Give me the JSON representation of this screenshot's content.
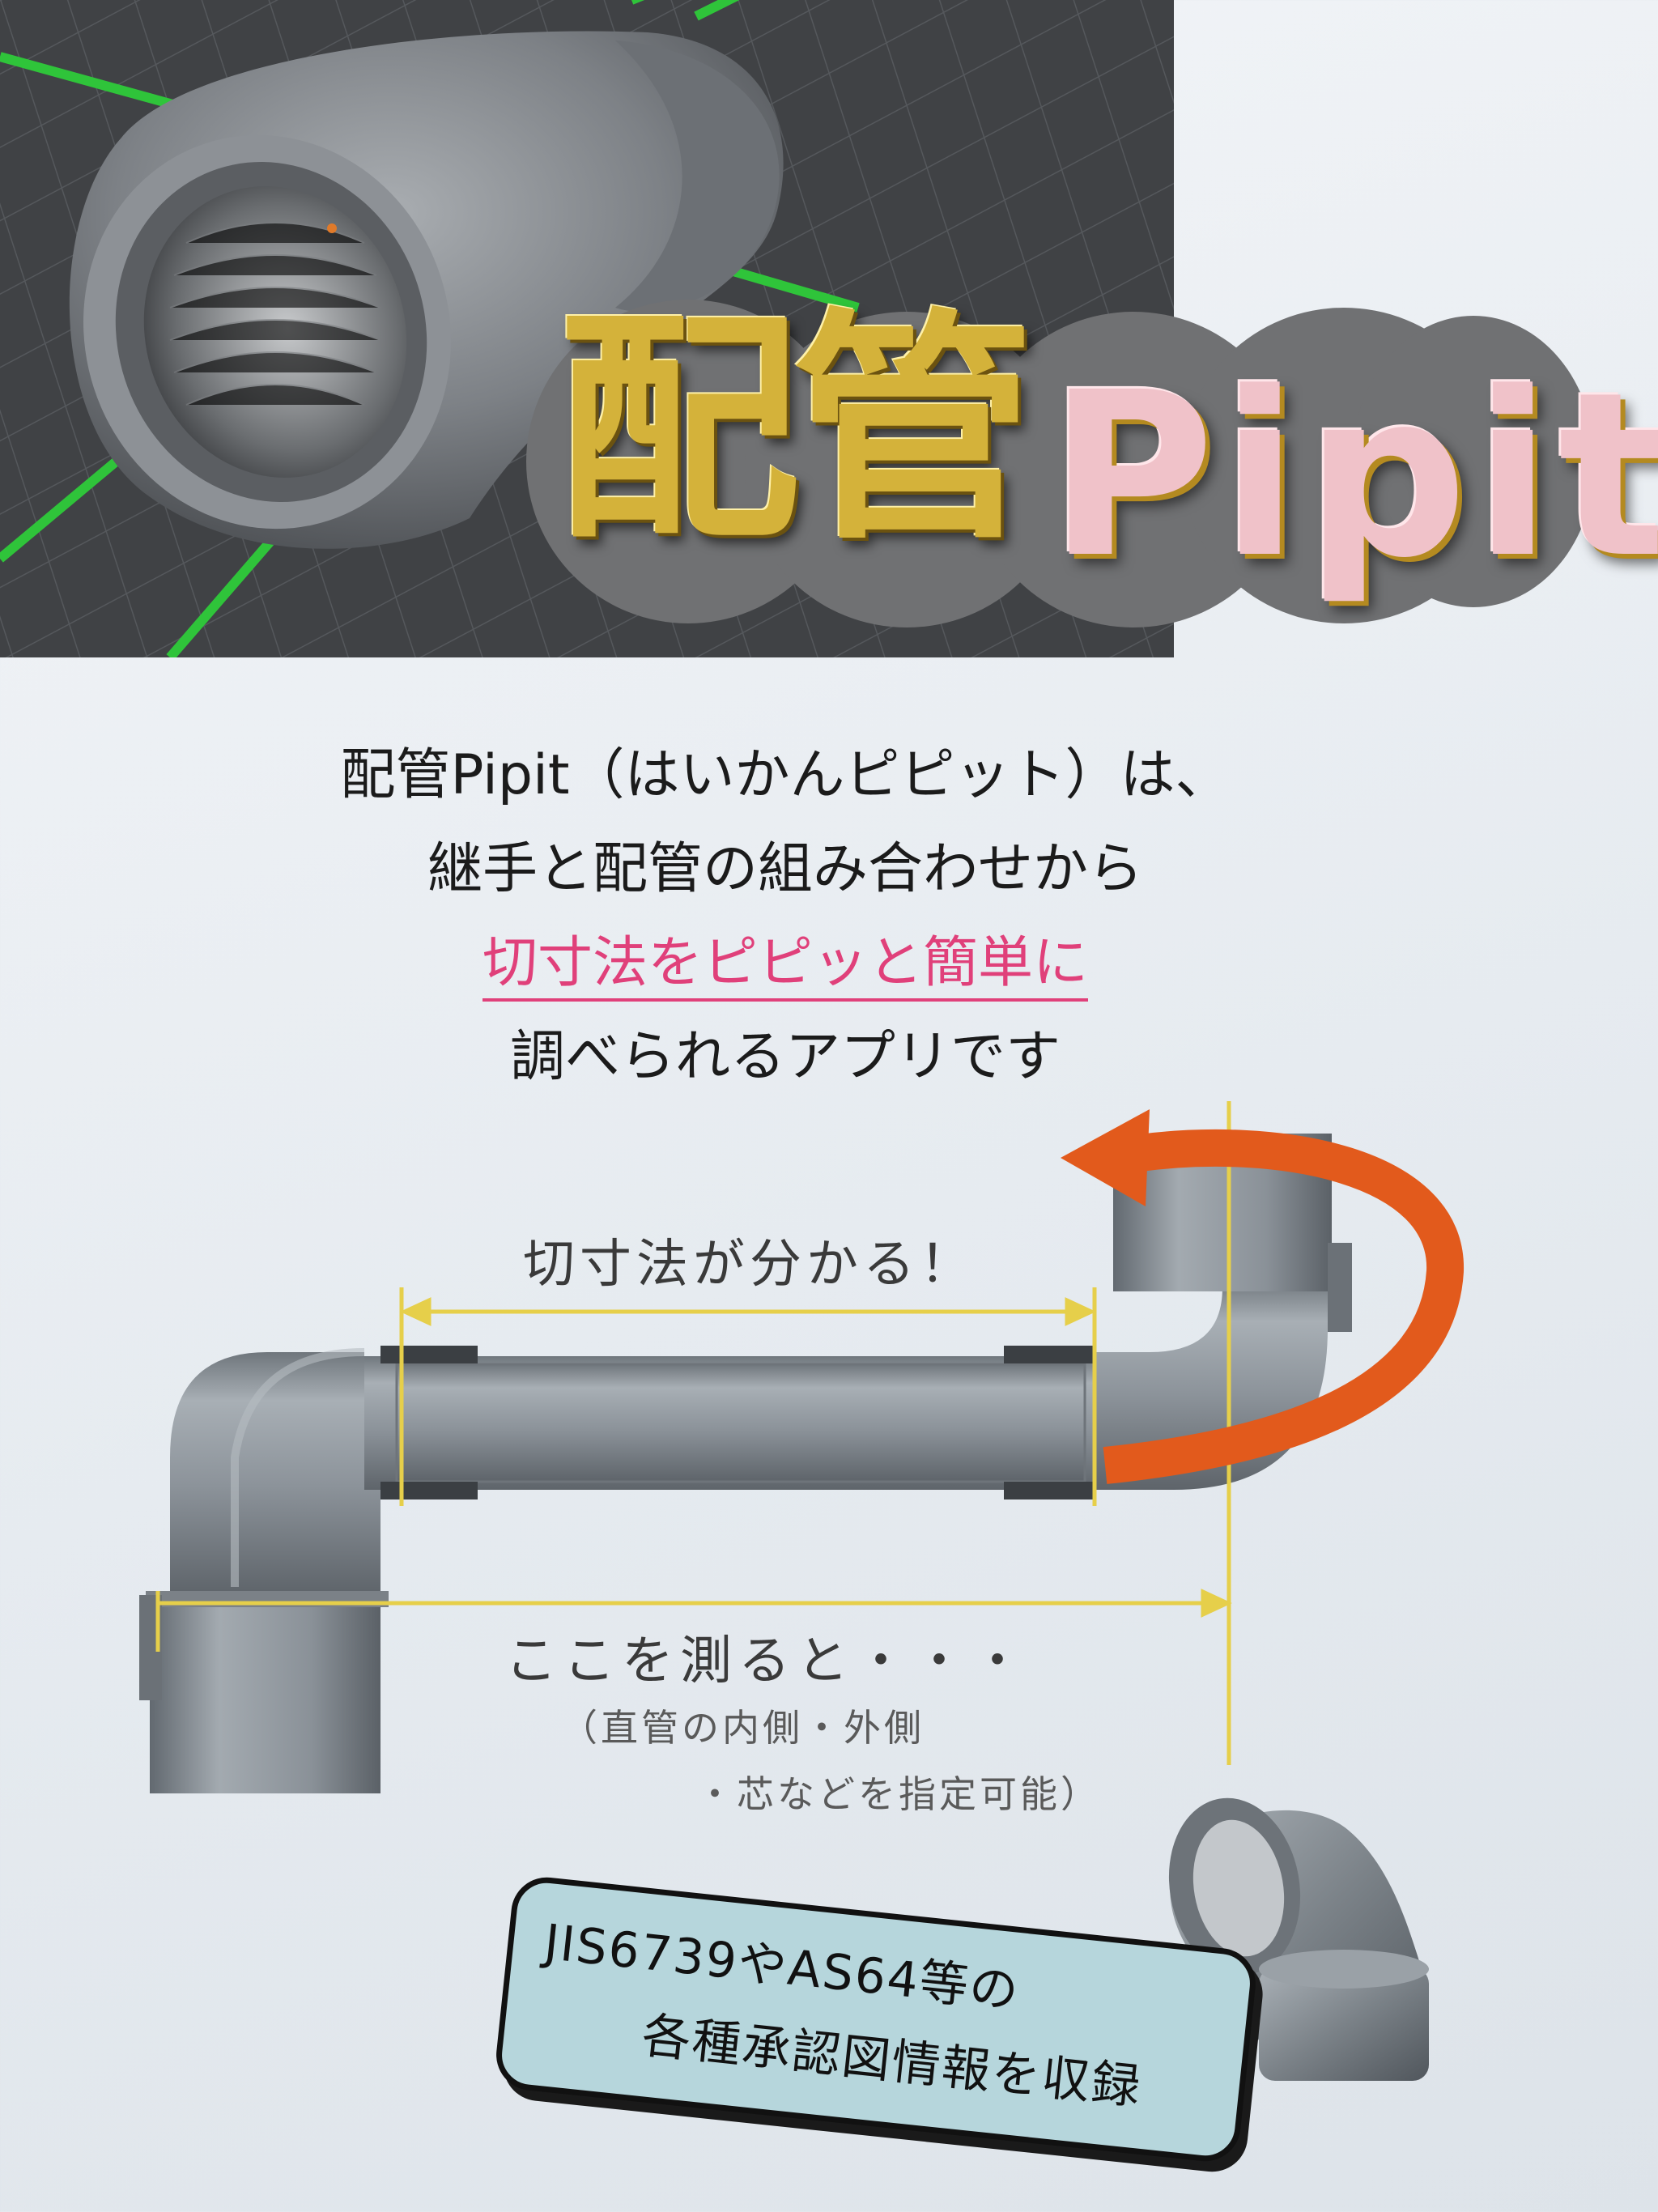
{
  "hero": {
    "logo_kanji_1": "配",
    "logo_kanji_2": "管",
    "logo_latin": "Pipit"
  },
  "intro": {
    "lines": [
      "配管Pipit（はいかんピピット）は、",
      "継手と配管の組み合わせから",
      "切寸法をピピッと簡単に",
      "調べられるアプリです"
    ]
  },
  "diagram": {
    "cut_label": "切寸法が分かる！",
    "measure_label": "ここを測ると・・・",
    "note_line_1": "（直管の内側・外側",
    "note_line_2": "・芯などを指定可能）"
  },
  "callout": {
    "line_1": "JIS6739やAS64等の",
    "line_2": "各種承認図情報を収録"
  },
  "colors": {
    "highlight": "#e0407a",
    "dimension_line": "#e6cf4a",
    "arrow": "#e25a1c",
    "pipe": "#8f979e",
    "callout_bg": "#b6d6dc",
    "logo_gold": "#d4b23a",
    "logo_pink": "#f0c2c9"
  }
}
